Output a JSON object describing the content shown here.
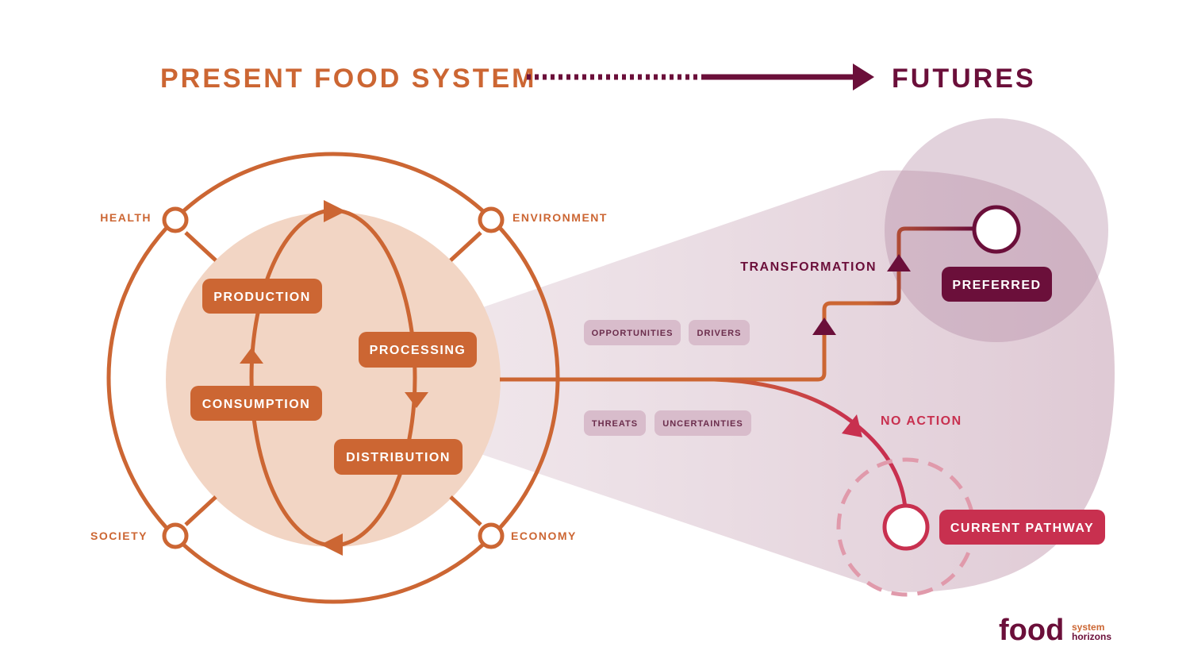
{
  "header": {
    "present_title": "PRESENT FOOD SYSTEM",
    "futures_title": "FUTURES"
  },
  "dimensions": {
    "health": "HEALTH",
    "environment": "ENVIRONMENT",
    "society": "SOCIETY",
    "economy": "ECONOMY"
  },
  "stages": {
    "production": "PRODUCTION",
    "processing": "PROCESSING",
    "consumption": "CONSUMPTION",
    "distribution": "DISTRIBUTION"
  },
  "factors": {
    "opportunities": "OPPORTUNITIES",
    "drivers": "DRIVERS",
    "threats": "THREATS",
    "uncertainties": "UNCERTAINTIES"
  },
  "pathways": {
    "transformation": "TRANSFORMATION",
    "preferred": "PREFERRED",
    "no_action": "NO ACTION",
    "current": "CURRENT PATHWAY"
  },
  "logo": {
    "main": "food",
    "line1": "system",
    "line2": "horizons"
  },
  "colors": {
    "orange": "#cc6633",
    "peach": "#f2d5c4",
    "maroon": "#6b0f3a",
    "crimson": "#c8304f",
    "mauve_light": "#e9dbe2",
    "mauve_mid": "#c7a6b8",
    "tag_bg": "#d8bccb",
    "tag_text": "#6b2d4c"
  }
}
